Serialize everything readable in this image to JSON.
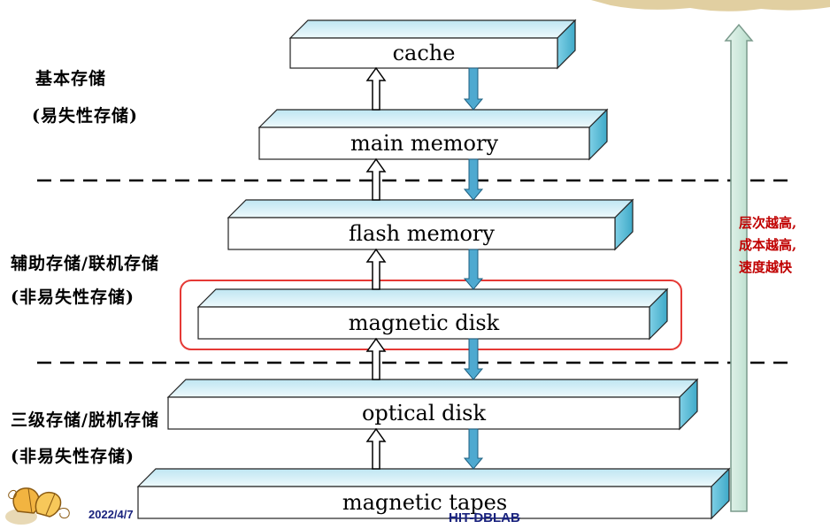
{
  "levels": [
    {
      "label": "cache"
    },
    {
      "label": "main memory"
    },
    {
      "label": "flash memory"
    },
    {
      "label": "magnetic disk",
      "highlighted": true
    },
    {
      "label": "optical disk"
    },
    {
      "label": "magnetic tapes"
    }
  ],
  "groups": {
    "primary": {
      "line1": "基本存储",
      "line2": "(易失性存储)"
    },
    "secondary": {
      "line1": "辅助存储/联机存储",
      "line2": "(非易失性存储)"
    },
    "tertiary": {
      "line1": "三级存储/脱机存储",
      "line2": "(非易失性存储)"
    }
  },
  "note": {
    "line1": "层次越高,",
    "line2": "成本越高,",
    "line3": "速度越快"
  },
  "footer": {
    "date": "2022/4/7",
    "brand": "HIT-DBLAB"
  },
  "colors": {
    "box_face": "#ffffff",
    "box_top_gradient": [
      "#bfe6f2",
      "#eaf7fb"
    ],
    "box_side": "#5bc0dc",
    "down_arrow": "#4ea9d0",
    "up_arrow_outline": "#000000",
    "tall_arrow": "#cde9dc",
    "highlight": "#e53935",
    "dashed": "#000000",
    "note_text": "#c00000"
  },
  "icons": [
    "down-arrow-icon",
    "up-arrow-icon",
    "tall-up-arrow-icon",
    "leaf-logo-icon"
  ]
}
